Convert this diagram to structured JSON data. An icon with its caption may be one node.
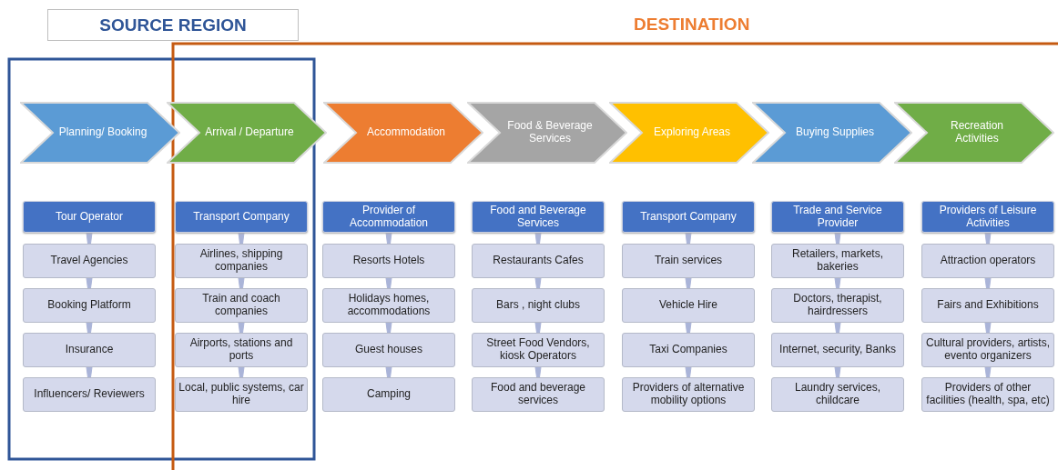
{
  "diagram": {
    "nodes": [
      {
        "text": [
          "SOURCE REGION"
        ]
      },
      {
        "text": [
          "Planning/ Booking"
        ]
      },
      {
        "text": [
          "Arrival / Departure"
        ]
      },
      {
        "text": [
          "Accommodation"
        ]
      },
      {
        "text": [
          "Food & Beverage Services"
        ]
      },
      {
        "text": [
          "Exploring Areas"
        ]
      },
      {
        "text": [
          "Buying Supplies"
        ]
      },
      {
        "text": [
          "Recreation Activities"
        ]
      },
      {
        "text": [
          "Tour Operator"
        ]
      },
      {
        "text": [
          "Travel Agencies"
        ]
      },
      {
        "text": [
          "Booking Platform"
        ]
      },
      {
        "text": [
          "Insurance"
        ]
      },
      {
        "text": [
          "Influencers/ Reviewers"
        ]
      },
      {
        "text": [
          "Transport Company"
        ]
      },
      {
        "text": [
          "Airlines, shipping companies"
        ]
      },
      {
        "text": [
          "Train and coach companies"
        ]
      },
      {
        "text": [
          "Airports, stations and ports"
        ]
      },
      {
        "text": [
          "Local, public systems, car hire"
        ]
      },
      {
        "text": [
          "Provider of Accommodation"
        ]
      },
      {
        "text": [
          "Resorts Hotels"
        ]
      },
      {
        "text": [
          "Holidays homes, accommodations"
        ]
      },
      {
        "text": [
          "Guest houses"
        ]
      },
      {
        "text": [
          "Camping"
        ]
      },
      {
        "text": [
          "Food and Beverage Services"
        ]
      },
      {
        "text": [
          "Restaurants Cafes"
        ]
      },
      {
        "text": [
          "Bars , night clubs"
        ]
      },
      {
        "text": [
          "Street Food Vendors, kiosk Operators"
        ]
      },
      {
        "text": [
          "Food and beverage services"
        ]
      },
      {
        "text": [
          "Transport Company"
        ]
      },
      {
        "text": [
          "Train services"
        ]
      },
      {
        "text": [
          "Vehicle Hire"
        ]
      },
      {
        "text": [
          "Taxi Companies"
        ]
      },
      {
        "text": [
          "Providers of alternative mobility options"
        ]
      },
      {
        "text": [
          "Trade and Service Provider"
        ]
      },
      {
        "text": [
          "Retailers, markets, bakeries"
        ]
      },
      {
        "text": [
          "Doctors, therapist, hairdressers"
        ]
      },
      {
        "text": [
          "Internet, security, Banks"
        ]
      },
      {
        "text": [
          "Laundry services, childcare"
        ]
      },
      {
        "text": [
          "Providers of Leisure Activities"
        ]
      },
      {
        "text": [
          "Attraction operators"
        ]
      },
      {
        "text": [
          "Fairs and Exhibitions"
        ]
      },
      {
        "text": [
          "Cultural providers, artists, evento organizers"
        ]
      },
      {
        "text": [
          "Providers of other facilities (health, spa, etc)"
        ]
      }
    ],
    "edges": [
      {
        "from": 8,
        "to": 9,
        "arrow": "none"
      },
      {
        "from": 9,
        "to": 10,
        "arrow": "none"
      },
      {
        "from": 10,
        "to": 11,
        "arrow": "none"
      },
      {
        "from": 11,
        "to": 12,
        "arrow": "none"
      },
      {
        "from": 13,
        "to": 14,
        "arrow": "none"
      },
      {
        "from": 14,
        "to": 15,
        "arrow": "none"
      },
      {
        "from": 15,
        "to": 16,
        "arrow": "none"
      },
      {
        "from": 16,
        "to": 17,
        "arrow": "none"
      },
      {
        "from": 18,
        "to": 19,
        "arrow": "none"
      },
      {
        "from": 19,
        "to": 20,
        "arrow": "none"
      },
      {
        "from": 20,
        "to": 21,
        "arrow": "none"
      },
      {
        "from": 21,
        "to": 22,
        "arrow": "none"
      },
      {
        "from": 23,
        "to": 24,
        "arrow": "none"
      },
      {
        "from": 24,
        "to": 25,
        "arrow": "none"
      },
      {
        "from": 25,
        "to": 26,
        "arrow": "none"
      },
      {
        "from": 26,
        "to": 27,
        "arrow": "none"
      },
      {
        "from": 28,
        "to": 29,
        "arrow": "none"
      },
      {
        "from": 29,
        "to": 30,
        "arrow": "none"
      },
      {
        "from": 30,
        "to": 31,
        "arrow": "none"
      },
      {
        "from": 31,
        "to": 32,
        "arrow": "none"
      },
      {
        "from": 33,
        "to": 34,
        "arrow": "none"
      },
      {
        "from": 34,
        "to": 35,
        "arrow": "none"
      },
      {
        "from": 35,
        "to": 36,
        "arrow": "none"
      },
      {
        "from": 36,
        "to": 37,
        "arrow": "none"
      },
      {
        "from": 38,
        "to": 39,
        "arrow": "none"
      },
      {
        "from": 39,
        "to": 40,
        "arrow": "none"
      },
      {
        "from": 40,
        "to": 41,
        "arrow": "none"
      },
      {
        "from": 41,
        "to": 42,
        "arrow": "none"
      }
    ],
    "labels": [
      "DESTINATION"
    ]
  }
}
